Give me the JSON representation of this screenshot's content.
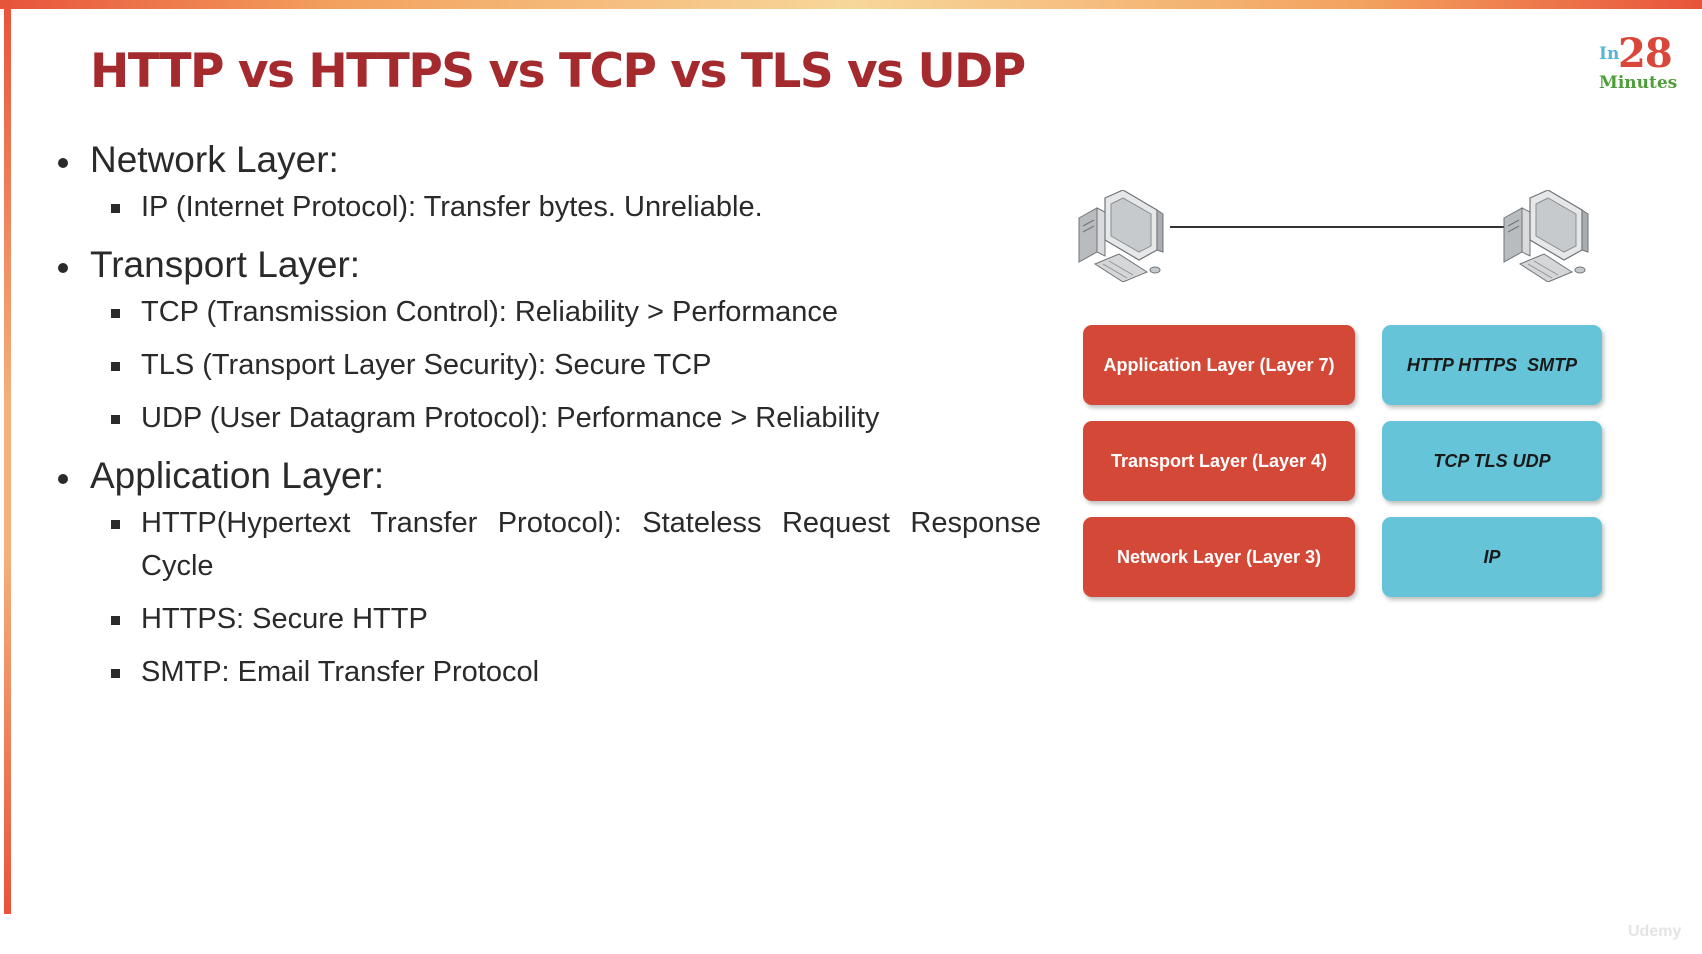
{
  "slide": {
    "title": "HTTP vs HTTPS vs TCP vs TLS vs UDP",
    "logo": {
      "in": "In",
      "number": "28",
      "minutes": "Minutes"
    },
    "watermark": "Udemy"
  },
  "sections": [
    {
      "heading": "Network Layer:",
      "items": [
        "IP (Internet Protocol): Transfer bytes. Unreliable."
      ]
    },
    {
      "heading": "Transport Layer:",
      "items": [
        "TCP (Transmission Control): Reliability > Performance",
        "TLS (Transport Layer Security): Secure TCP",
        "UDP (User Datagram Protocol): Performance > Reliability"
      ]
    },
    {
      "heading": "Application Layer:",
      "items": [
        "HTTP(Hypertext Transfer Protocol): Stateless Request Response Cycle",
        "HTTPS: Secure HTTP",
        "SMTP: Email Transfer Protocol"
      ]
    }
  ],
  "diagram": {
    "icons": [
      "computer-icon",
      "computer-icon",
      "arrow-right-icon"
    ],
    "layers": [
      {
        "layer": "Application Layer (Layer 7)",
        "protocols": "HTTP HTTPS  SMTP"
      },
      {
        "layer": "Transport Layer (Layer 4)",
        "protocols": "TCP TLS UDP"
      },
      {
        "layer": "Network Layer (Layer 3)",
        "protocols": "IP"
      }
    ],
    "colors": {
      "layer": "#d44838",
      "protocol": "#66c4d8",
      "title": "#a52a2e"
    }
  }
}
